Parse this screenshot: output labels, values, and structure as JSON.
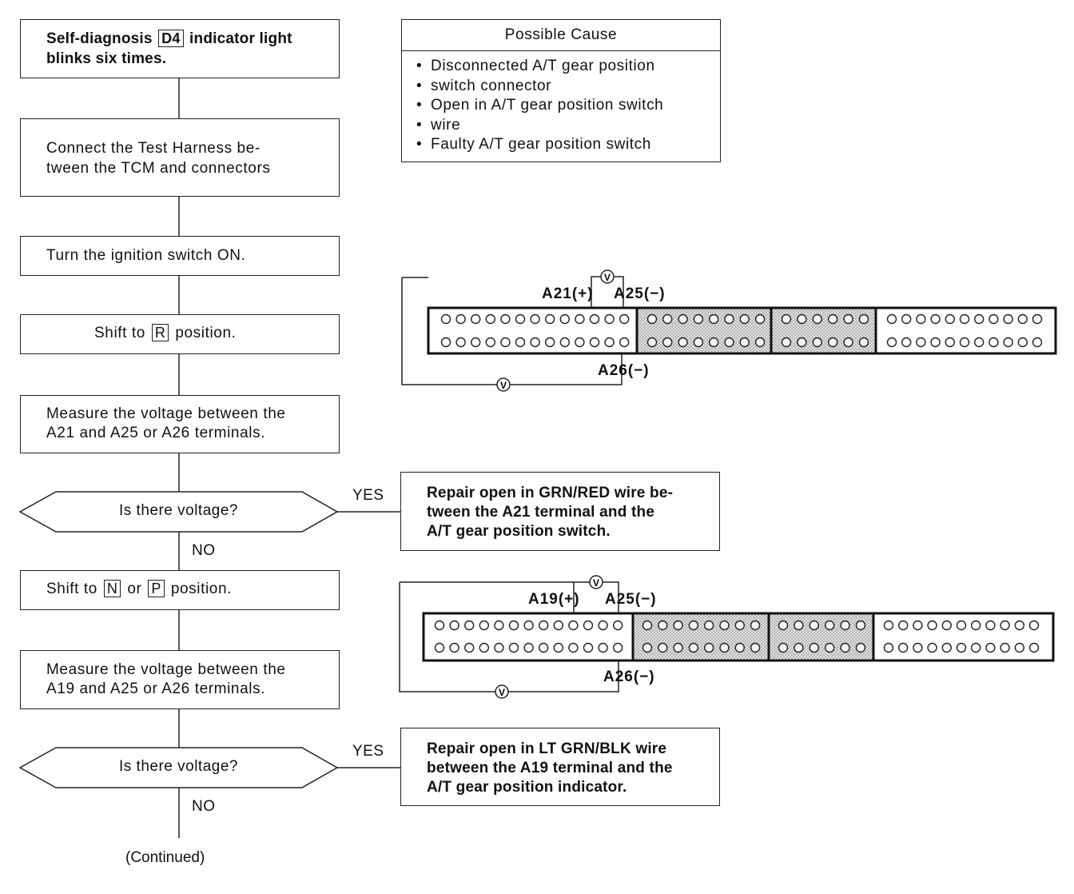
{
  "flow": {
    "step1_a": "Self-diagnosis",
    "step1_key": "D4",
    "step1_b": "indicator light",
    "step1_line2": "blinks six times.",
    "step2_line1": "Connect  the  Test  Harness  be-",
    "step2_line2": "tween the TCM and connectors",
    "step3": "Turn the ignition switch ON.",
    "step4_a": "Shift to",
    "step4_key": "R",
    "step4_b": "position.",
    "step5_line1": "Measure the voltage between the",
    "step5_line2": "A21 and A25 or A26 terminals.",
    "decision1": "Is there voltage?",
    "yes1": "YES",
    "no1": "NO",
    "step6_a": "Shift to",
    "step6_key1": "N",
    "step6_or": "or",
    "step6_key2": "P",
    "step6_b": "position.",
    "step7_line1": "Measure the voltage between the",
    "step7_line2": "A19 and A25 or A26 terminals.",
    "decision2": "Is there voltage?",
    "yes2": "YES",
    "no2": "NO",
    "continued": "(Continued)"
  },
  "possible_cause": {
    "title": "Possible Cause",
    "items": [
      "Disconnected A/T gear position",
      "switch connector",
      "Open in A/T gear position switch",
      "wire",
      "Faulty A/T gear position switch"
    ]
  },
  "repair1": {
    "line1": "Repair open in GRN/RED wire be-",
    "line2": "tween the A21 terminal and the",
    "line3": "A/T gear position switch."
  },
  "repair2": {
    "line1": "Repair open in LT GRN/BLK wire",
    "line2": "between the A19 terminal and the",
    "line3": "A/T gear position indicator."
  },
  "connector1": {
    "plus_label": "A21(+)",
    "minus_label": "A25(−)",
    "bottom_label": "A26(−)",
    "meter_symbol": "V"
  },
  "connector2": {
    "plus_label": "A19(+)",
    "minus_label": "A25(−)",
    "bottom_label": "A26(−)",
    "meter_symbol": "V"
  }
}
